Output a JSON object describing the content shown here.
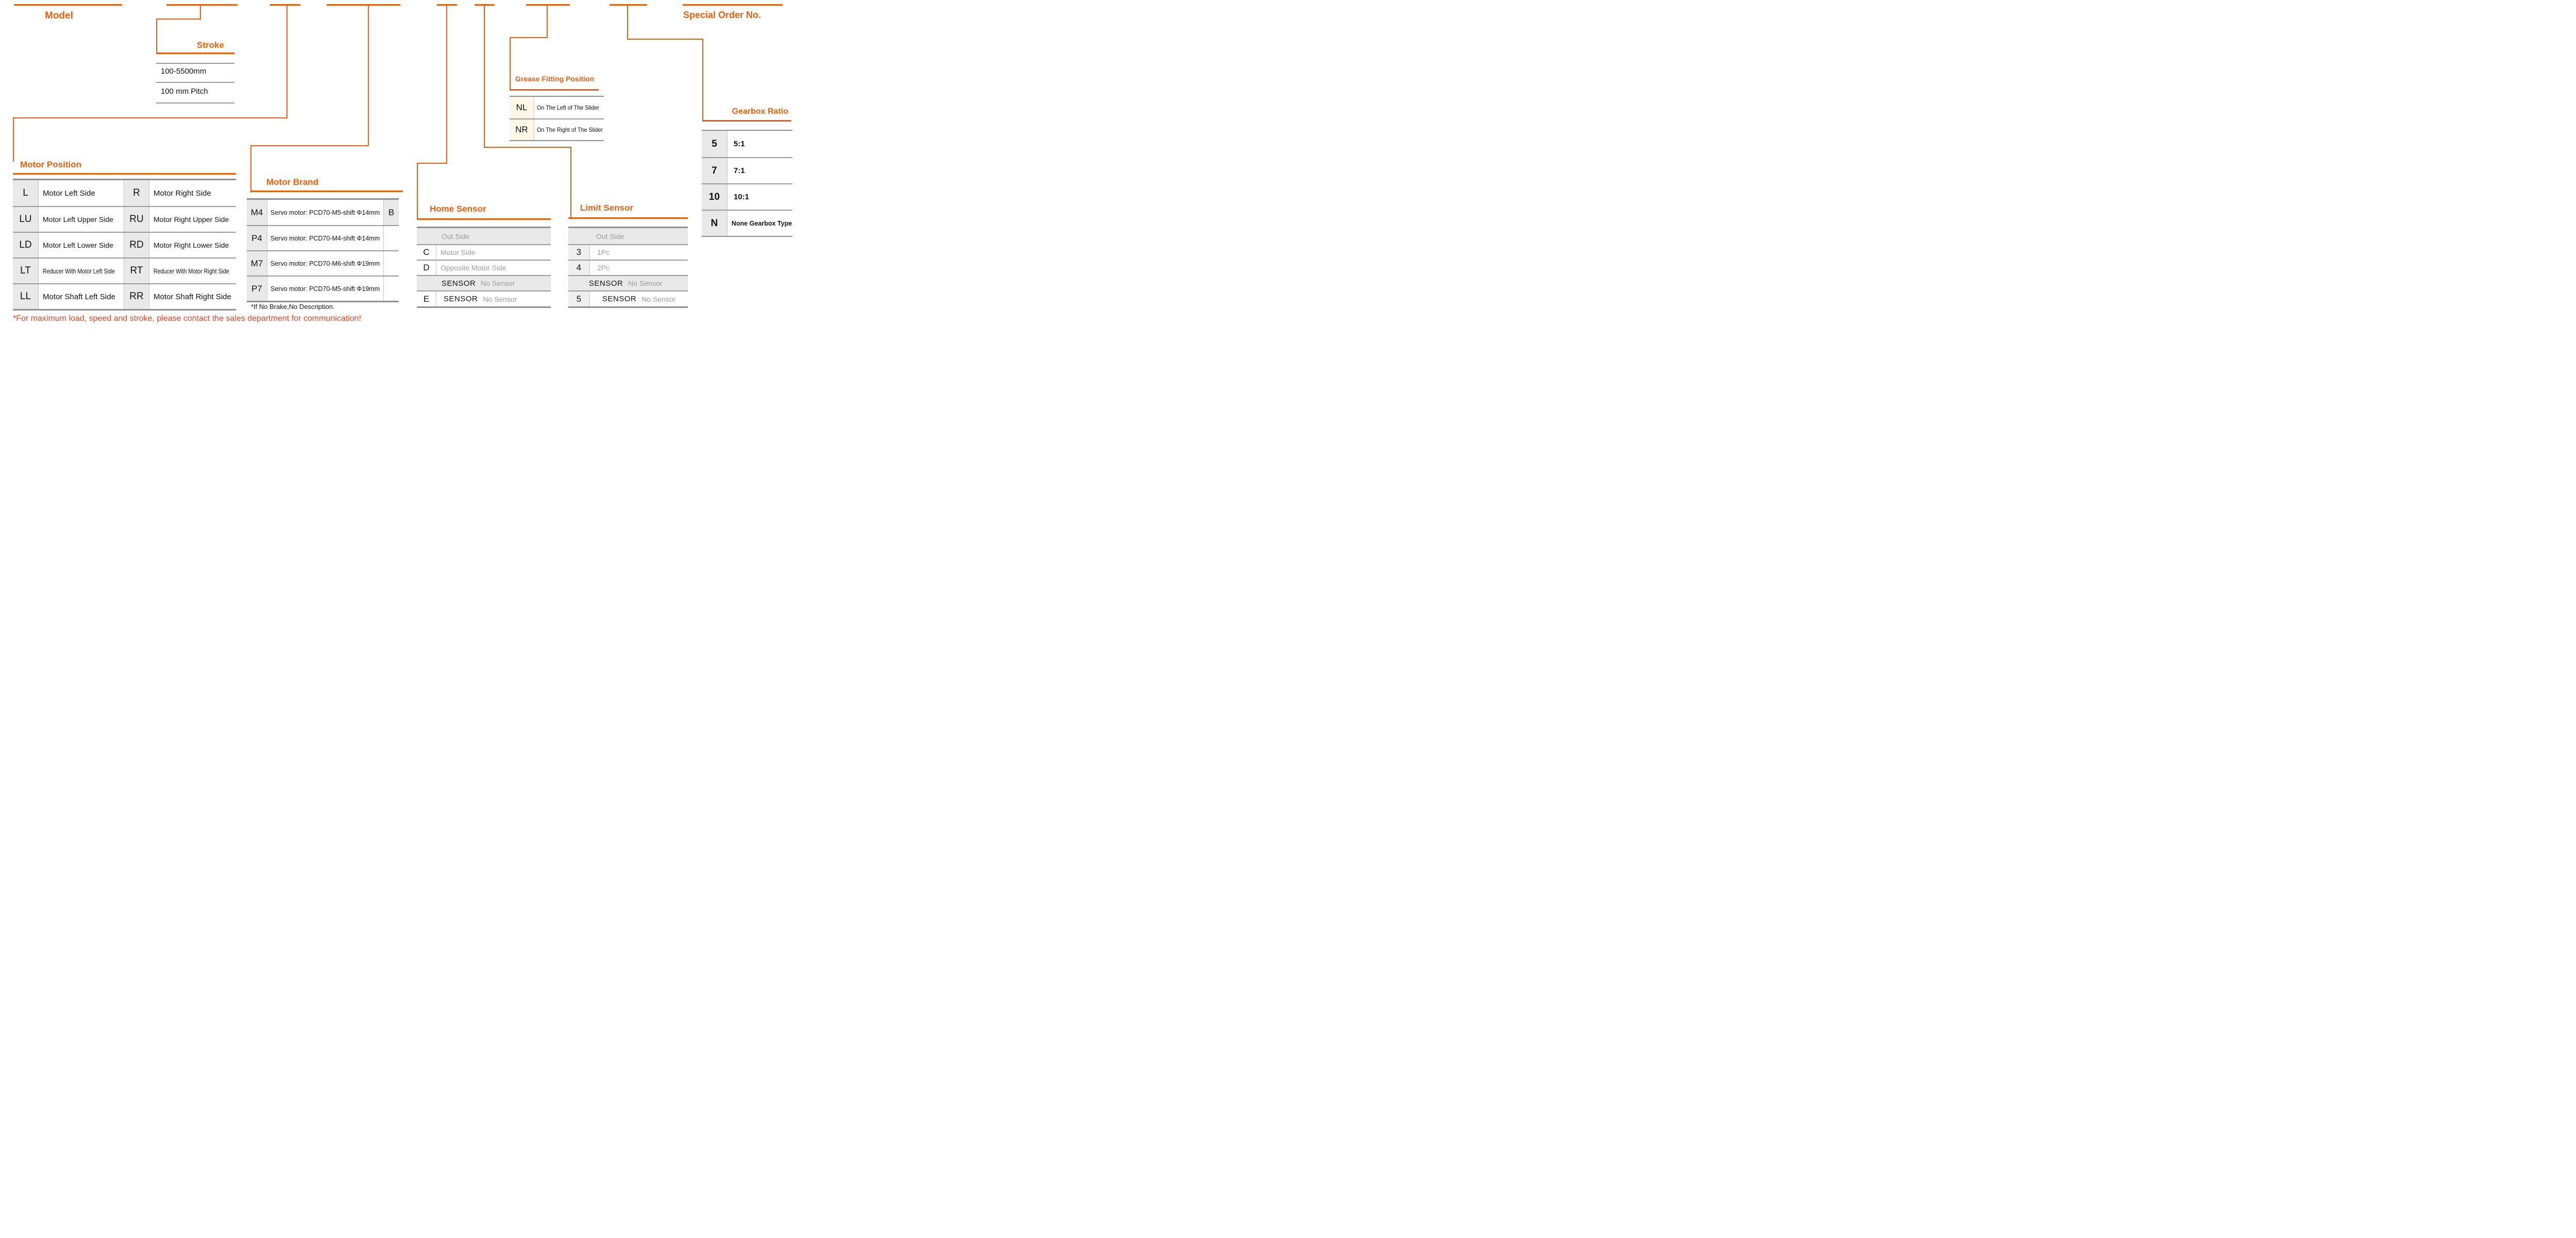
{
  "labels": {
    "model": "Model",
    "stroke": "Stroke",
    "motor_position": "Motor Position",
    "motor_brand": "Motor Brand",
    "home_sensor": "Home Sensor",
    "limit_sensor": "Limit Sensor",
    "grease": "Grease Fitting Position",
    "gearbox": "Gearbox Ratio",
    "special": "Special Order No."
  },
  "colors": {
    "accent_orange": "#e8600e",
    "note_red": "#e34427",
    "muted_text": "#9b9b9b"
  },
  "stroke": {
    "range": "100-5500mm",
    "pitch": "100 mm Pitch"
  },
  "motor_position": {
    "rows": [
      {
        "c1": "L",
        "d1": "Motor Left Side",
        "c2": "R",
        "d2": "Motor Right Side"
      },
      {
        "c1": "LU",
        "d1": "Motor Left Upper Side",
        "c2": "RU",
        "d2": "Motor Right Upper Side"
      },
      {
        "c1": "LD",
        "d1": "Motor Left Lower Side",
        "c2": "RD",
        "d2": "Motor Right Lower Side"
      },
      {
        "c1": "LT",
        "d1": "Reducer With Motor Left Side",
        "c2": "RT",
        "d2": "Reducer With Motor Right Side"
      },
      {
        "c1": "LL",
        "d1": "Motor Shaft Left Side",
        "c2": "RR",
        "d2": "Motor Shaft Right Side"
      }
    ]
  },
  "motor_brand": {
    "rows": [
      {
        "code": "M4",
        "desc": "Servo motor: PCD70-M5-shift Φ14mm",
        "extra": "B"
      },
      {
        "code": "P4",
        "desc": "Servo motor: PCD70-M4-shift Φ14mm",
        "extra": ""
      },
      {
        "code": "M7",
        "desc": "Servo motor: PCD70-M6-shift Φ19mm",
        "extra": ""
      },
      {
        "code": "P7",
        "desc": "Servo motor: PCD70-M5-shift Φ19mm",
        "extra": ""
      }
    ],
    "note": "*If No Brake,No Description."
  },
  "home_sensor": {
    "header": "Out Side",
    "rows": [
      {
        "code": "C",
        "desc": "Motor Side"
      },
      {
        "code": "D",
        "desc": "Opposite Motor Side"
      }
    ],
    "sensor_row": {
      "label": "SENSOR",
      "desc": "No Sensor"
    },
    "last_row": {
      "code": "E",
      "label": "SENSOR",
      "desc": "No Sensor"
    }
  },
  "limit_sensor": {
    "header": "Out Side",
    "rows": [
      {
        "code": "3",
        "desc": "1Pc"
      },
      {
        "code": "4",
        "desc": "2Pc"
      }
    ],
    "sensor_row": {
      "label": "SENSOR",
      "desc": "No Sensor"
    },
    "last_row": {
      "code": "5",
      "label": "SENSOR",
      "desc": "No Sensor"
    }
  },
  "grease": {
    "rows": [
      {
        "code": "NL",
        "desc": "On The Left of The Slider"
      },
      {
        "code": "NR",
        "desc": "On The Right of The Slider"
      }
    ]
  },
  "gearbox": {
    "rows": [
      {
        "code": "5",
        "desc": "5:1"
      },
      {
        "code": "7",
        "desc": "7:1"
      },
      {
        "code": "10",
        "desc": "10:1"
      },
      {
        "code": "N",
        "desc": "None Gearbox Type"
      }
    ]
  },
  "footnote": "*For maximum load, speed and stroke, please contact the sales department for communication!"
}
